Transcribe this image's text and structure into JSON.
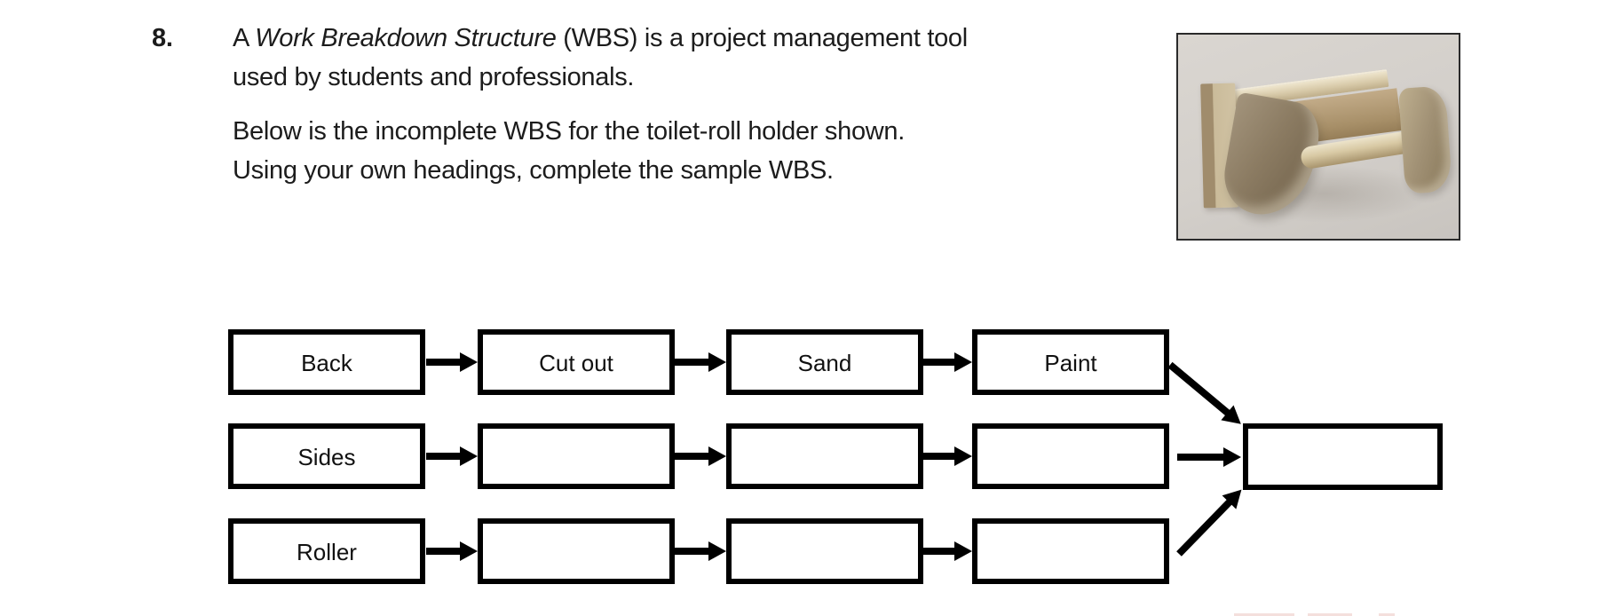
{
  "question": {
    "number": "8.",
    "p1": {
      "line1_pre": "A ",
      "line1_italic": "Work Breakdown Structure",
      "line1_post": " (WBS) is a project management tool",
      "line2": "used by students and professionals."
    },
    "p2": {
      "line1": "Below is the incomplete WBS for the toilet-roll holder shown.",
      "line2": "Using your own headings, complete the sample WBS."
    }
  },
  "photo": {
    "subject": "toilet-roll holder"
  },
  "wbs": {
    "rows": [
      {
        "cells": [
          "Back",
          "Cut out",
          "Sand",
          "Paint"
        ]
      },
      {
        "cells": [
          "Sides",
          "",
          "",
          ""
        ]
      },
      {
        "cells": [
          "Roller",
          "",
          "",
          ""
        ]
      }
    ],
    "final_label": ""
  },
  "colors": {
    "diagram_line": "#000000",
    "text": "#1c1c1c",
    "photo_wall": "#d5d1cb",
    "wood_light": "#d9cfb4",
    "wood_dark": "#85765f"
  }
}
